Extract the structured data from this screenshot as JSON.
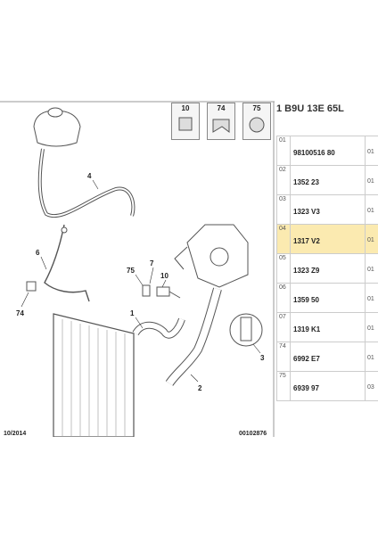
{
  "header": {
    "title": "1 B9U 13E 65L"
  },
  "ref_boxes": [
    {
      "num": "10"
    },
    {
      "num": "74"
    },
    {
      "num": "75"
    }
  ],
  "callouts": {
    "c1": "1",
    "c2": "2",
    "c3": "3",
    "c4": "4",
    "c6": "6",
    "c7": "7",
    "c10": "10",
    "c74": "74",
    "c75": "75"
  },
  "parts": [
    {
      "index": "01",
      "ref": "98100516 80",
      "qty": "01"
    },
    {
      "index": "02",
      "ref": "1352 23",
      "qty": "01"
    },
    {
      "index": "03",
      "ref": "1323 V3",
      "qty": "01"
    },
    {
      "index": "04",
      "ref": "1317 V2",
      "qty": "01"
    },
    {
      "index": "05",
      "ref": "1323 Z9",
      "qty": "01"
    },
    {
      "index": "06",
      "ref": "1359 50",
      "qty": "01"
    },
    {
      "index": "07",
      "ref": "1319 K1",
      "qty": "01"
    },
    {
      "index": "74",
      "ref": "6992 E7",
      "qty": "01"
    },
    {
      "index": "75",
      "ref": "6939 97",
      "qty": "03"
    }
  ],
  "footer": {
    "date": "10/2014",
    "code": "00102876"
  },
  "colors": {
    "highlight": "#fbeab0",
    "line": "#555555"
  }
}
